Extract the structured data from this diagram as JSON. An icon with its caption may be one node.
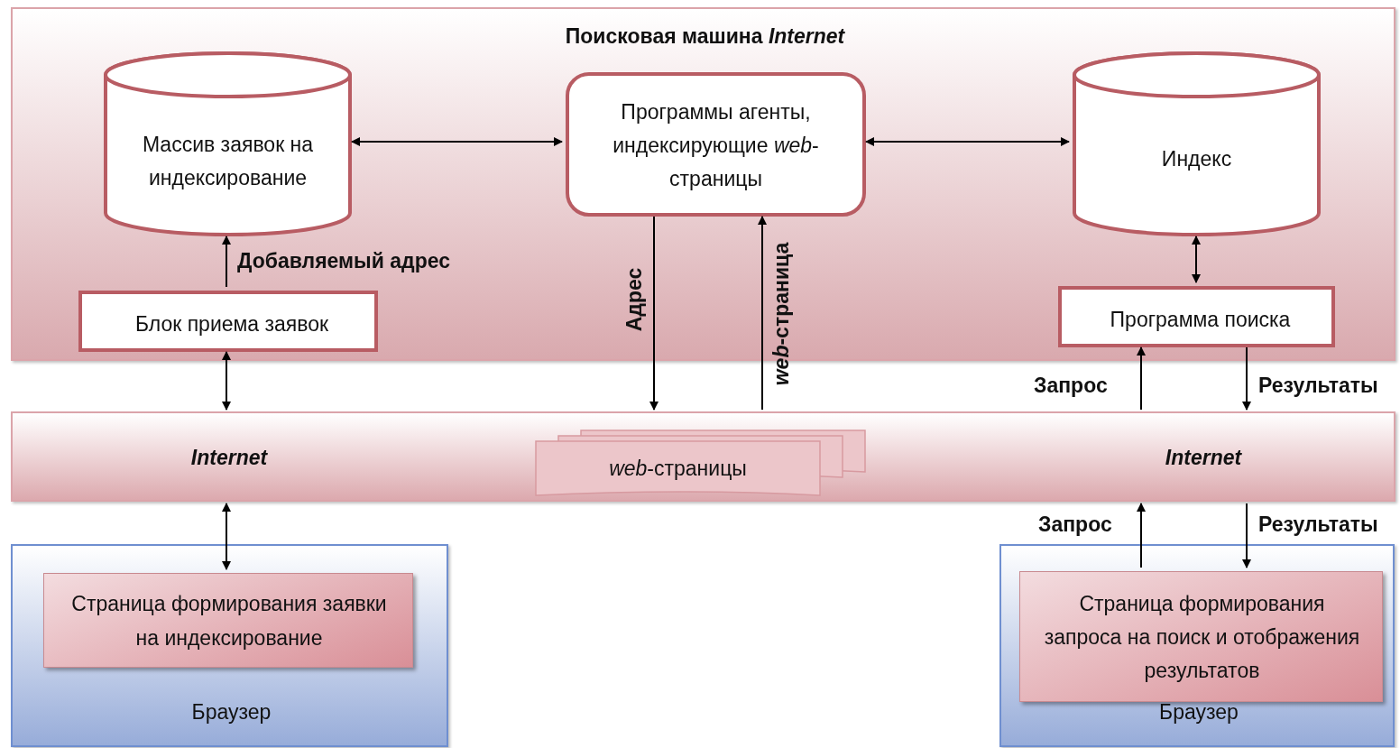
{
  "diagram": {
    "nodes": [
      {
        "text": [
          "Поисковая машина *Internet*"
        ]
      },
      {
        "text": [
          "Массив заявок на индексирование"
        ],
        "in": 0
      },
      {
        "text": [
          "Программы агенты, индексирующие *web*-страницы"
        ],
        "in": 0
      },
      {
        "text": [
          "Индекс"
        ],
        "in": 0
      },
      {
        "text": [
          "Блок приема заявок"
        ],
        "in": 0
      },
      {
        "text": [
          "Программа поиска"
        ],
        "in": 0
      },
      {
        "text": [
          "Internet",
          "Internet"
        ]
      },
      {
        "text": [
          "*web*-страницы"
        ],
        "in": 6
      },
      {
        "text": [
          "Браузер"
        ]
      },
      {
        "text": [
          "Страница формирования заявки на индексирование"
        ],
        "in": 8
      },
      {
        "text": [
          "Браузер"
        ]
      },
      {
        "text": [
          "Страница формирования запроса на поиск и отображения результатов"
        ],
        "in": 10
      }
    ],
    "edges": [
      {
        "from": 1,
        "to": 2,
        "arrow": "both"
      },
      {
        "from": 2,
        "to": 3,
        "arrow": "both"
      },
      {
        "from": 4,
        "to": 1,
        "arrow": "to",
        "label": "Добавляемый адрес"
      },
      {
        "from": 3,
        "to": 5,
        "arrow": "both"
      },
      {
        "from": 4,
        "to": 6,
        "arrow": "both"
      },
      {
        "from": 2,
        "to": 6,
        "arrow": "to",
        "label": "Адрес"
      },
      {
        "from": 6,
        "to": 2,
        "arrow": "to",
        "label": "*web*-страница"
      },
      {
        "from": 6,
        "to": 5,
        "arrow": "to",
        "label": "Запрос"
      },
      {
        "from": 5,
        "to": 6,
        "arrow": "to",
        "label": "Результаты"
      },
      {
        "from": 6,
        "to": 9,
        "arrow": "both"
      },
      {
        "from": 11,
        "to": 6,
        "arrow": "to",
        "label": "Запрос"
      },
      {
        "from": 6,
        "to": 11,
        "arrow": "to",
        "label": "Результаты"
      }
    ]
  }
}
